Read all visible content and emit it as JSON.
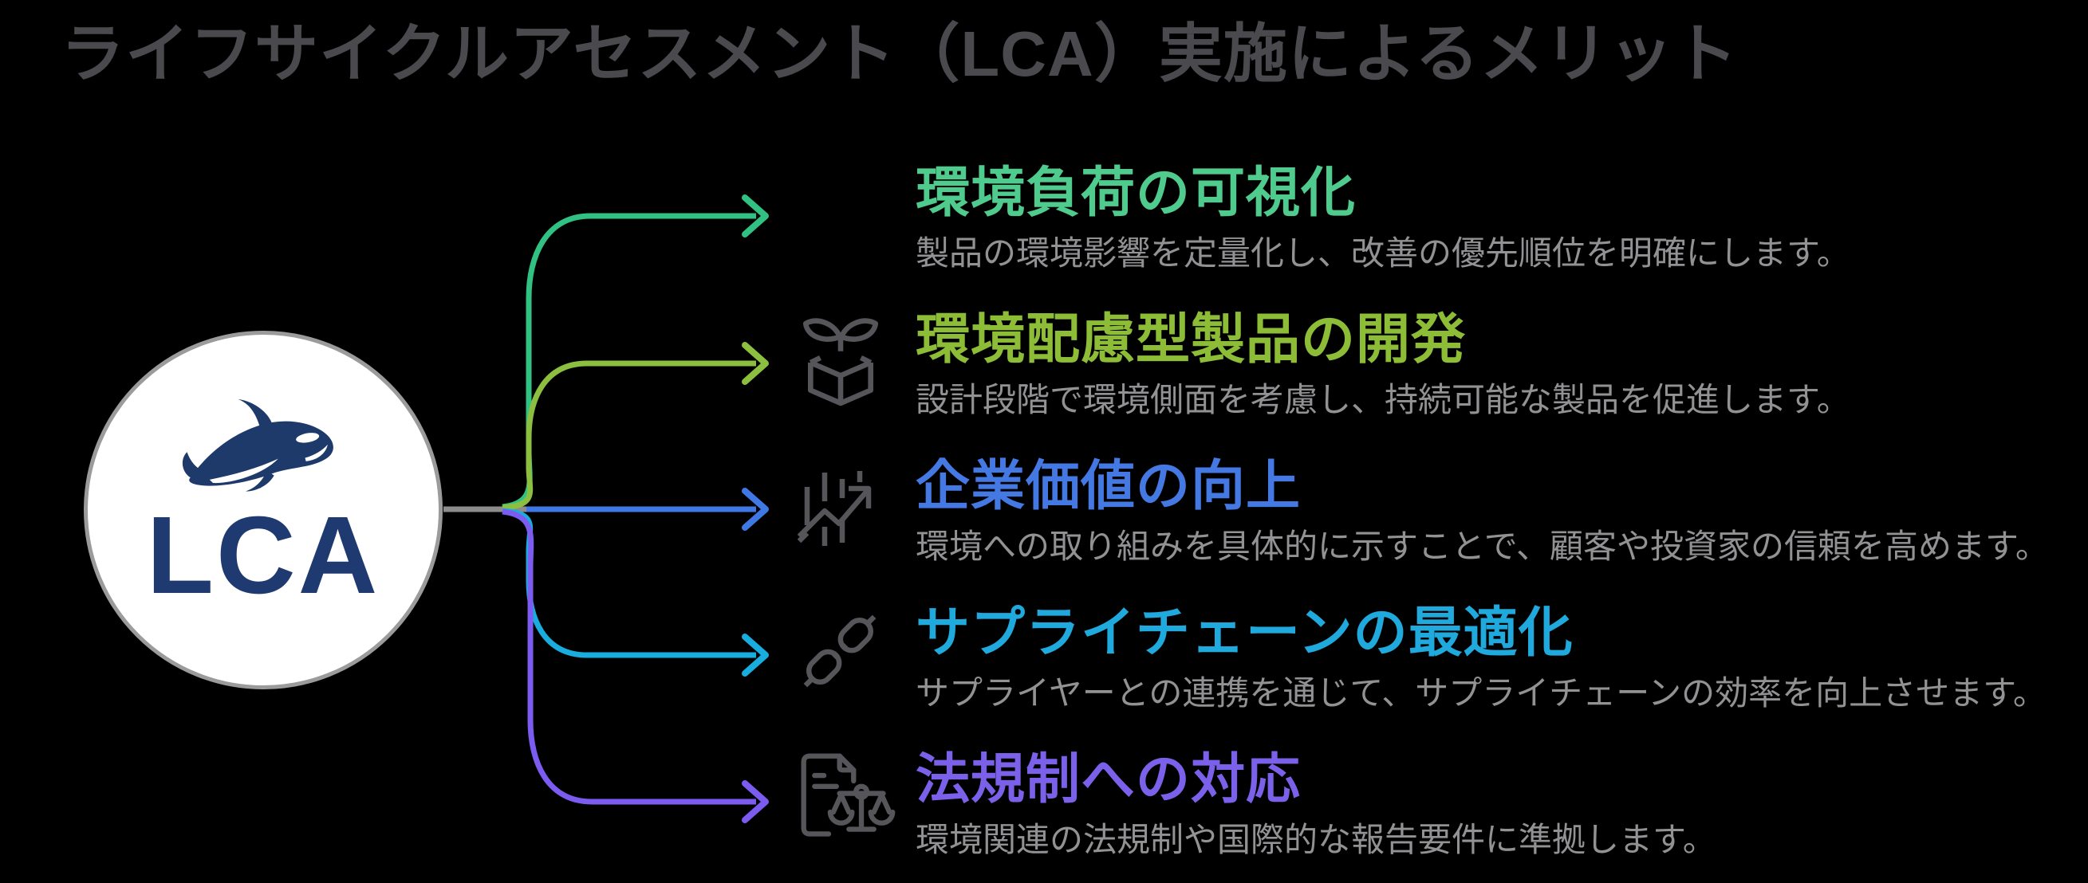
{
  "title": {
    "text": "ライフサイクルアセスメント（LCA）実施によるメリット",
    "color": "#4a4a4e"
  },
  "hub": {
    "label": "LCA",
    "logo": "orca-icon",
    "label_color": "#1e3a70",
    "circle_fill": "#ffffff",
    "ring_color": "#9b9b9b"
  },
  "connector": {
    "stem_color": "#8c8c8c"
  },
  "background": "#000000",
  "description_color": "#929294",
  "icon_color": "#55555a",
  "items": [
    {
      "heading": "環境負荷の可視化",
      "description": "製品の環境影響を定量化し、改善の優先順位を明確にします。",
      "color": "#4ecb8d",
      "line_color": "#30c183",
      "icon": null
    },
    {
      "heading": "環境配慮型製品の開発",
      "description": "設計段階で環境側面を考慮し、持続可能な製品を促進します。",
      "color": "#8dbd37",
      "line_color": "#8cbf3f",
      "icon": "sprout-box-icon"
    },
    {
      "heading": "企業価値の向上",
      "description": "環境への取り組みを具体的に示すことで、顧客や投資家の信頼を高めます。",
      "color": "#4478e3",
      "line_color": "#3f78e5",
      "icon": "growth-chart-icon"
    },
    {
      "heading": "サプライチェーンの最適化",
      "description": "サプライヤーとの連携を通じて、サプライチェーンの効率を向上させます。",
      "color": "#1fa9dc",
      "line_color": "#19addf",
      "icon": "chain-link-icon"
    },
    {
      "heading": "法規制への対応",
      "description": "環境関連の法規制や国際的な報告要件に準拠します。",
      "color": "#7b61ea",
      "line_color": "#7c5cf0",
      "icon": "legal-document-icon"
    }
  ]
}
